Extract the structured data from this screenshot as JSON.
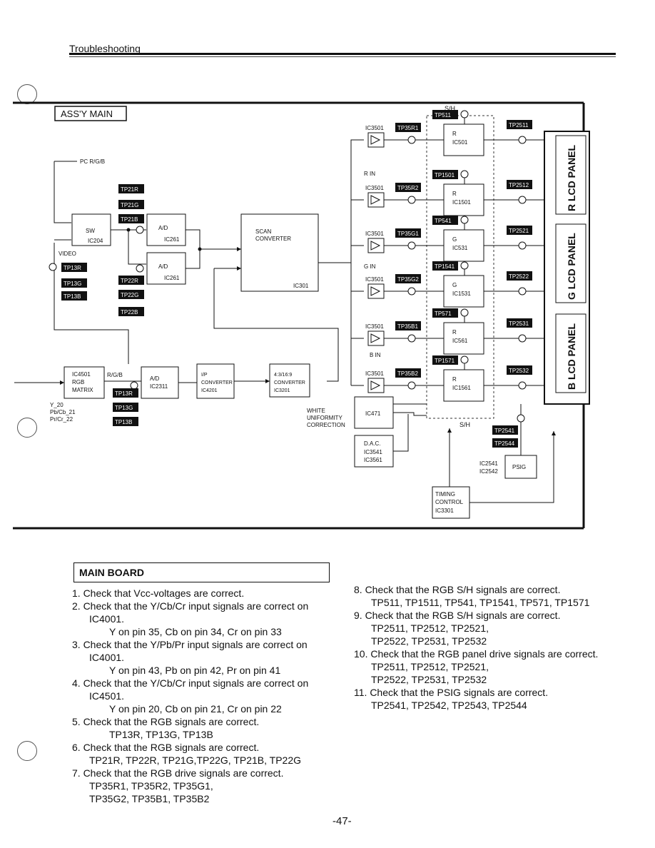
{
  "header": {
    "title": "Troubleshooting"
  },
  "diagram": {
    "assy_label": "ASS'Y MAIN",
    "sh_top": "S/H",
    "sh_bottom": "S/H",
    "pc_rgb": "PC R/G/B",
    "video": "VIDEO",
    "sw": [
      "SW",
      "IC204"
    ],
    "ad1": [
      "A/D",
      "IC261"
    ],
    "ad2": [
      "A/D",
      "IC261"
    ],
    "scan": [
      "SCAN",
      "CONVERTER"
    ],
    "scan_ic": "IC301",
    "rgb_matrix": [
      "IC4501",
      "RGB",
      "MATRIX"
    ],
    "rgb_in": "R/G/B",
    "ad3": [
      "A/D",
      "IC2311"
    ],
    "ip": [
      "I/P",
      "CONVERTER",
      "IC4201"
    ],
    "conv43": [
      "4:3/16:9",
      "CONVERTER",
      "IC3201"
    ],
    "yin": [
      "Y_20",
      "Pb/Cb_21",
      "Pr/Cr_22"
    ],
    "white": [
      "WHITE",
      "UNIFORMITY",
      "CORRECTION"
    ],
    "ic471": "IC471",
    "dac": [
      "D.A.C.",
      "IC3541",
      "IC3561"
    ],
    "timing": [
      "TIMING",
      "CONTROL",
      "IC3301"
    ],
    "psig": "PSIG",
    "psig_ic": [
      "IC2541",
      "IC2542"
    ],
    "r_in": "R IN",
    "g_in": "G IN",
    "b_in": "B IN",
    "ic3501": "IC3501",
    "panels": [
      "R LCD PANEL",
      "G LCD PANEL",
      "B LCD PANEL"
    ],
    "tp_left": [
      "TP21R",
      "TP21G",
      "TP21B",
      "TP13R",
      "TP13G",
      "TP13B",
      "TP22R",
      "TP22G",
      "TP22B"
    ],
    "tp_bottom": [
      "TP13R",
      "TP13G",
      "TP13B"
    ],
    "channels": [
      {
        "tp_in": "TP35R1",
        "tp_sh": "TP511",
        "color": "R",
        "ic": "IC501",
        "tp_out": "TP2511"
      },
      {
        "tp_in": "TP35R2",
        "tp_sh": "TP1501",
        "color": "R",
        "ic": "IC1501",
        "tp_out": "TP2512"
      },
      {
        "tp_in": "TP35G1",
        "tp_sh": "TP541",
        "color": "G",
        "ic": "IC531",
        "tp_out": "TP2521"
      },
      {
        "tp_in": "TP35G2",
        "tp_sh": "TP1541",
        "color": "G",
        "ic": "IC1531",
        "tp_out": "TP2522"
      },
      {
        "tp_in": "TP35B1",
        "tp_sh": "TP571",
        "color": "R",
        "ic": "IC561",
        "tp_out": "TP2531"
      },
      {
        "tp_in": "TP35B2",
        "tp_sh": "TP1571",
        "color": "R",
        "ic": "IC1561",
        "tp_out": "TP2532"
      }
    ],
    "tp_psig": [
      "TP2541",
      "TP2544"
    ]
  },
  "main_board": {
    "title": "MAIN BOARD",
    "left": [
      {
        "t": "1. Check that Vcc-voltages are correct.",
        "c": "it"
      },
      {
        "t": "2. Check that the Y/Cb/Cr input signals are correct on",
        "c": "it"
      },
      {
        "t": "IC4001.",
        "c": "ind"
      },
      {
        "t": "Y on pin 35, Cb on pin 34, Cr on pin 33",
        "c": "ind2"
      },
      {
        "t": "3. Check that the Y/Pb/Pr input signals are correct on",
        "c": "it"
      },
      {
        "t": "IC4001.",
        "c": "ind"
      },
      {
        "t": "Y on pin 43, Pb on pin 42, Pr on pin 41",
        "c": "ind2"
      },
      {
        "t": "4. Check that the Y/Cb/Cr input signals are correct on",
        "c": "it"
      },
      {
        "t": "IC4501.",
        "c": "ind"
      },
      {
        "t": "Y on pin 20, Cb on pin 21, Cr on pin 22",
        "c": "ind2"
      },
      {
        "t": "5. Check that the RGB signals are correct.",
        "c": "it"
      },
      {
        "t": "TP13R, TP13G, TP13B",
        "c": "ind2"
      },
      {
        "t": "6. Check that the RGB signals are correct.",
        "c": "it"
      },
      {
        "t": "TP21R, TP22R, TP21G,TP22G, TP21B, TP22G",
        "c": "ind"
      },
      {
        "t": "7. Check that the RGB drive signals are correct.",
        "c": "it"
      },
      {
        "t": "TP35R1, TP35R2, TP35G1,",
        "c": "ind"
      },
      {
        "t": "TP35G2, TP35B1, TP35B2",
        "c": "ind"
      }
    ],
    "right": [
      {
        "t": "8. Check that the RGB S/H signals are correct.",
        "c": "it"
      },
      {
        "t": "TP511, TP1511, TP541, TP1541, TP571, TP1571",
        "c": "ind"
      },
      {
        "t": "9. Check that the RGB S/H signals are correct.",
        "c": "it"
      },
      {
        "t": "TP2511, TP2512, TP2521,",
        "c": "ind"
      },
      {
        "t": "TP2522, TP2531, TP2532",
        "c": "ind"
      },
      {
        "t": "10. Check that the RGB panel drive signals are correct.",
        "c": "it"
      },
      {
        "t": "TP2511, TP2512, TP2521,",
        "c": "ind"
      },
      {
        "t": "TP2522, TP2531, TP2532",
        "c": "ind"
      },
      {
        "t": "11. Check that the PSIG signals are correct.",
        "c": "it"
      },
      {
        "t": "TP2541, TP2542, TP2543, TP2544",
        "c": "ind"
      }
    ]
  },
  "page_number": "-47-"
}
